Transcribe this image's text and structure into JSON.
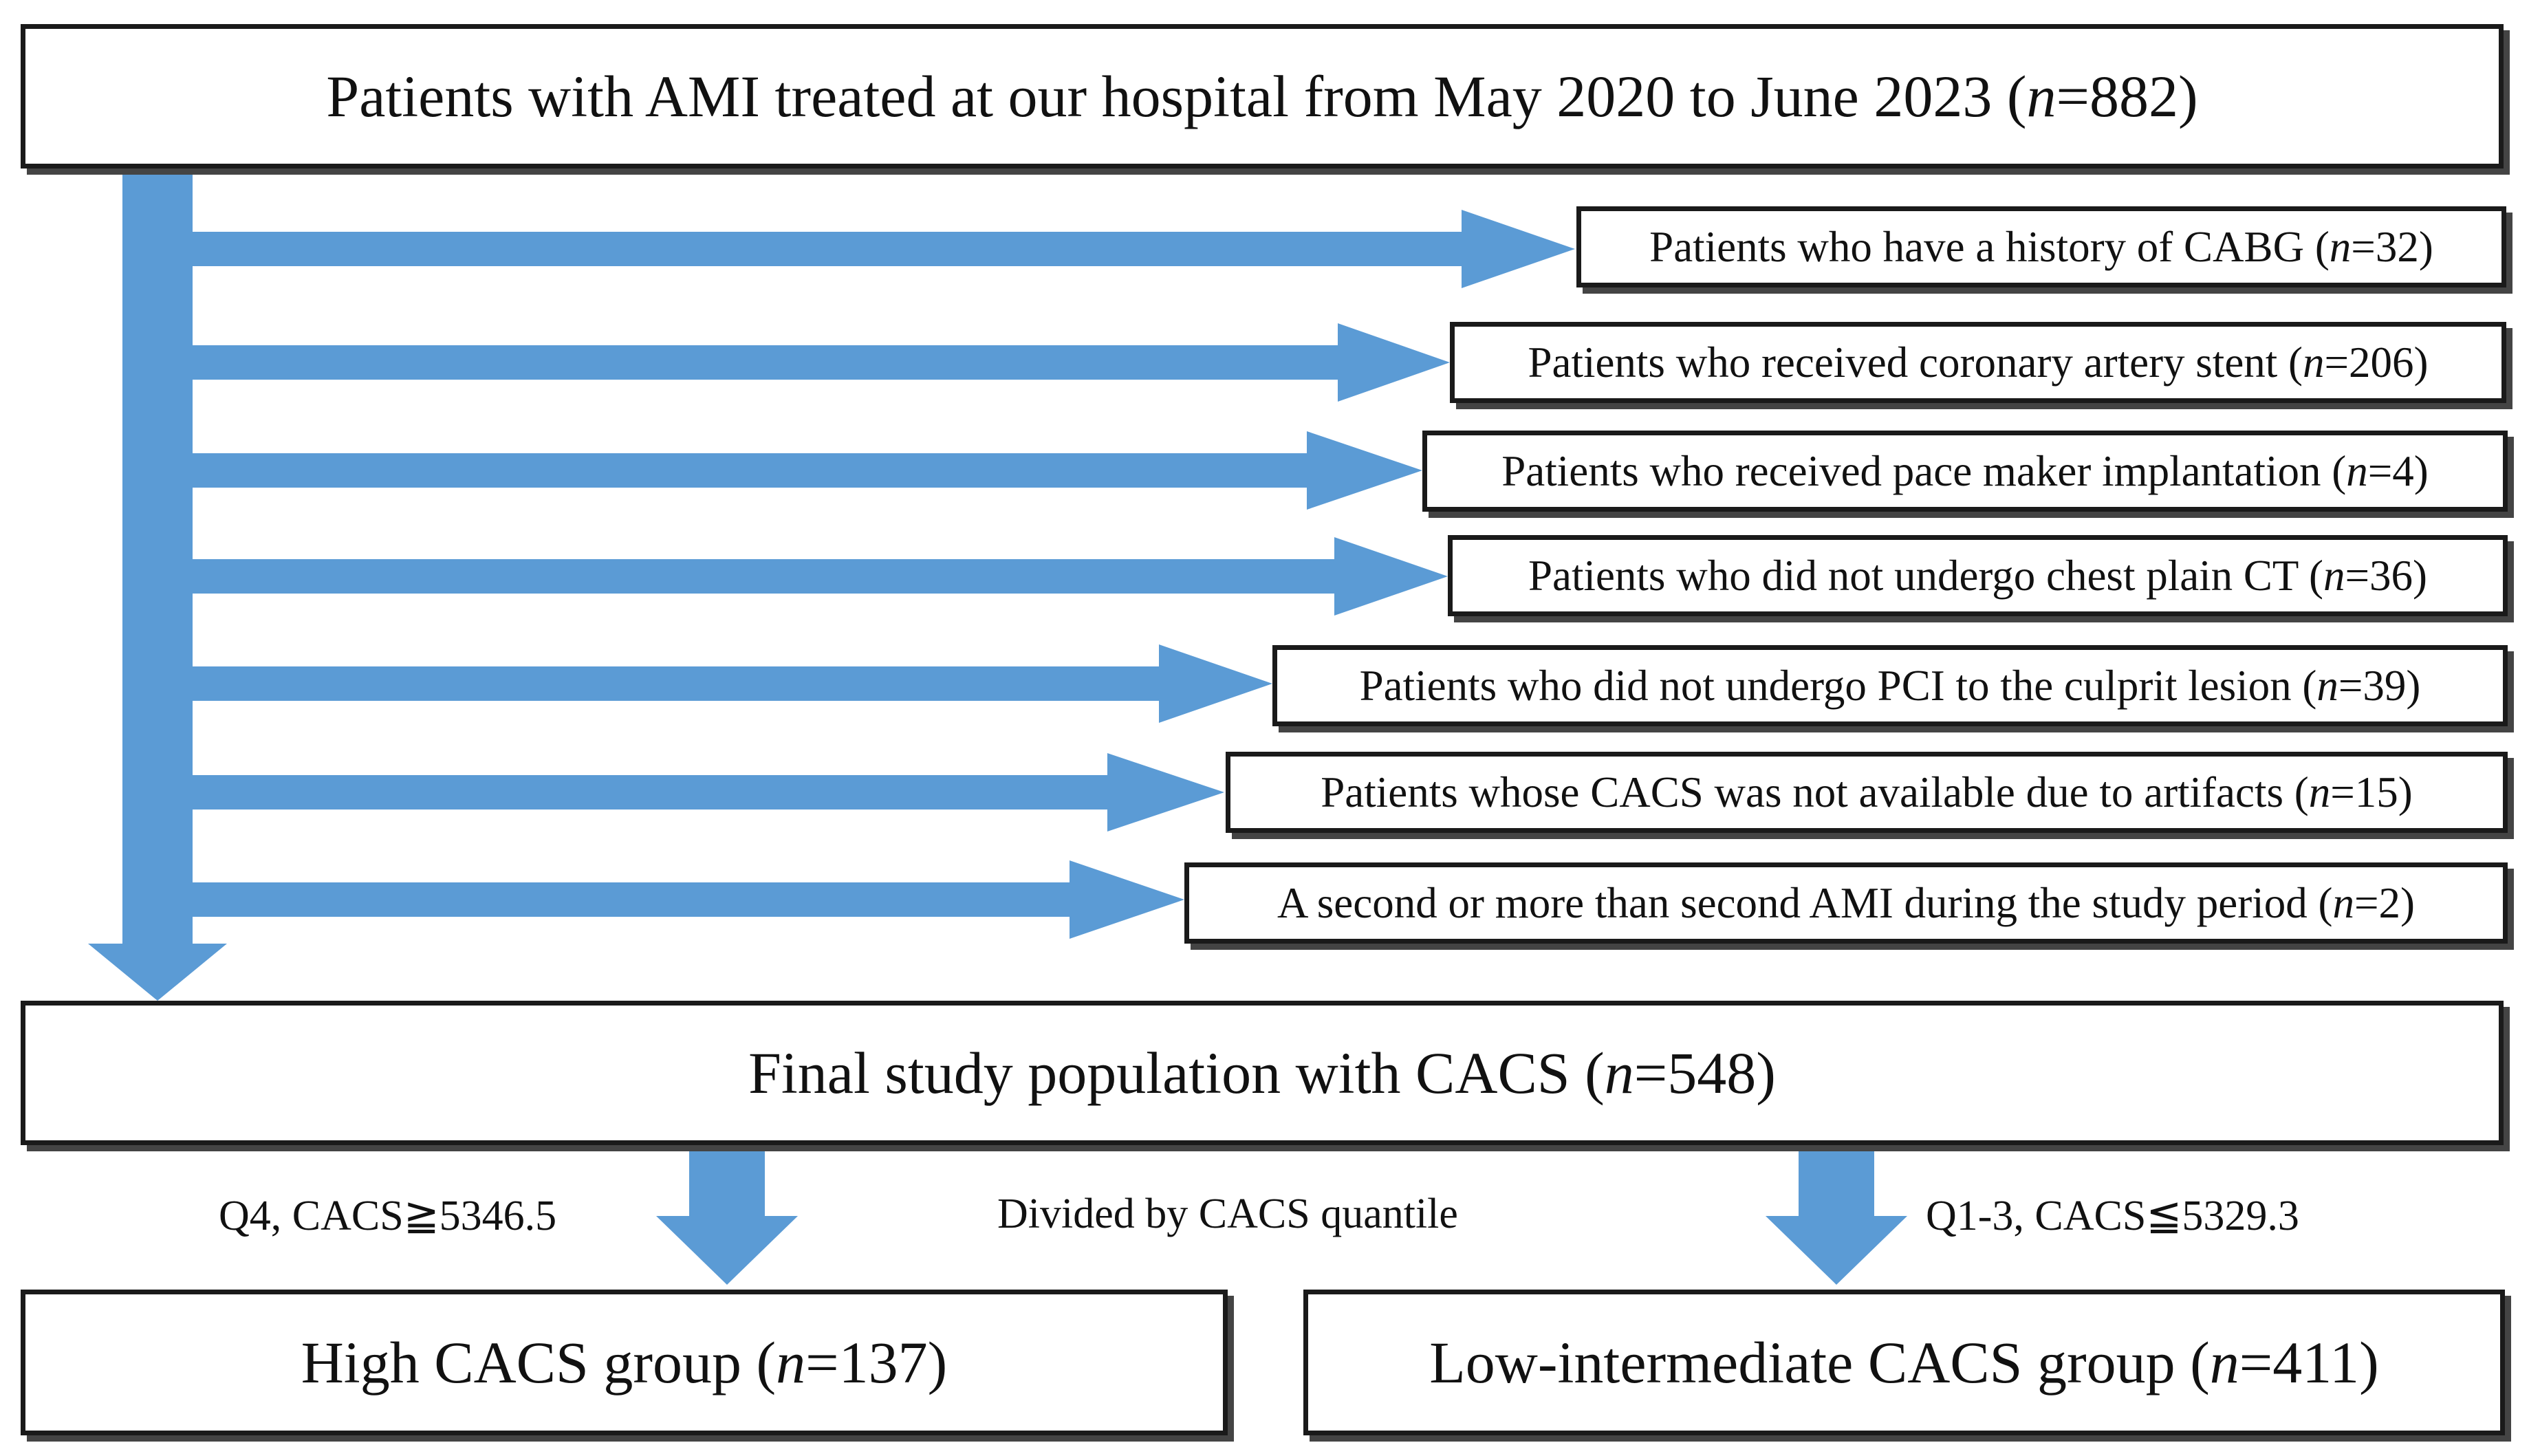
{
  "colors": {
    "arrow": "#5b9bd5",
    "border": "#1a1a1a"
  },
  "top_box": {
    "prefix": "Patients with AMI treated at our hospital from May 2020 to June 2023 (",
    "n_var": "n",
    "suffix": "=882)"
  },
  "exclusions": [
    {
      "prefix": "Patients who have a history of CABG (",
      "n_var": "n",
      "suffix": "=32)"
    },
    {
      "prefix": "Patients who received coronary artery stent (",
      "n_var": "n",
      "suffix": "=206)"
    },
    {
      "prefix": "Patients who received pace maker implantation (",
      "n_var": "n",
      "suffix": "=4)"
    },
    {
      "prefix": "Patients who did not undergo chest plain CT (",
      "n_var": "n",
      "suffix": "=36)"
    },
    {
      "prefix": "Patients who did not undergo PCI to the culprit lesion (",
      "n_var": "n",
      "suffix": "=39)"
    },
    {
      "prefix": "Patients whose CACS was not available due to artifacts (",
      "n_var": "n",
      "suffix": "=15)"
    },
    {
      "prefix": "A second or more than second AMI during the study period (",
      "n_var": "n",
      "suffix": "=2)"
    }
  ],
  "final_box": {
    "prefix": "Final study population with CACS (",
    "n_var": "n",
    "suffix": "=548)"
  },
  "split_label": "Divided by CACS quantile",
  "high_label": "Q4, CACS≧5346.5",
  "low_label": "Q1-3, CACS≦5329.3",
  "high_box": {
    "prefix": "High CACS group (",
    "n_var": "n",
    "suffix": "=137)"
  },
  "low_box": {
    "prefix": "Low-intermediate CACS group (",
    "n_var": "n",
    "suffix": "=411)"
  }
}
